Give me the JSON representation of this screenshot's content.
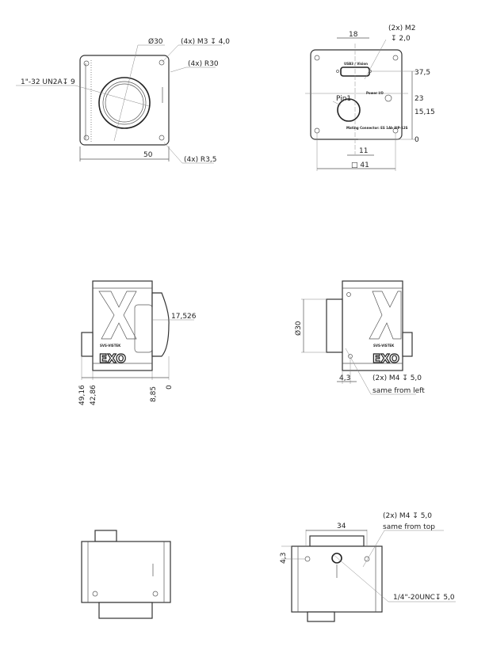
{
  "front_view": {
    "lens_diameter": "Ø30",
    "mount_holes": "(4x) M3 ↧ 4,0",
    "corner_radius": "(4x) R30",
    "thread": "1\"-32 UN2A↧ 9",
    "width": "50",
    "hole_radius": "(4x) R3,5"
  },
  "back_view": {
    "usb_width": "18",
    "m2_holes": "(2x) M2",
    "m2_depth": "↧ 2,0",
    "usb_height": "37,5",
    "pin1_label": "Pin1",
    "io_height": "23",
    "connector_height": "15,15",
    "origin": "0",
    "connector_offset": "11",
    "square_size": "□ 41",
    "usb_label": "USB3 / Vision",
    "power_label": "Power I/O",
    "connector_label": "Mating Connector: ES 1Ab 8IP-12S"
  },
  "left_side_view": {
    "lens_depth": "17,526",
    "dim_1": "49,16",
    "dim_2": "42,86",
    "dim_3": "8,85",
    "dim_4": "0",
    "brand": "SVS-VISTEK",
    "logo": "EXO"
  },
  "right_side_view": {
    "lens_diameter": "Ø30",
    "hole_offset": "4,3",
    "holes": "(2x) M4 ↧ 5,0",
    "holes_note": "same from left",
    "brand": "SVS-VISTEK",
    "logo": "EXO"
  },
  "bottom_left_view": {},
  "bottom_right_view": {
    "width": "34",
    "holes": "(2x) M4 ↧ 5,0",
    "holes_note": "same from top",
    "hole_offset": "4,3",
    "tripod": "1/4\"-20UNC↧ 5,0"
  }
}
